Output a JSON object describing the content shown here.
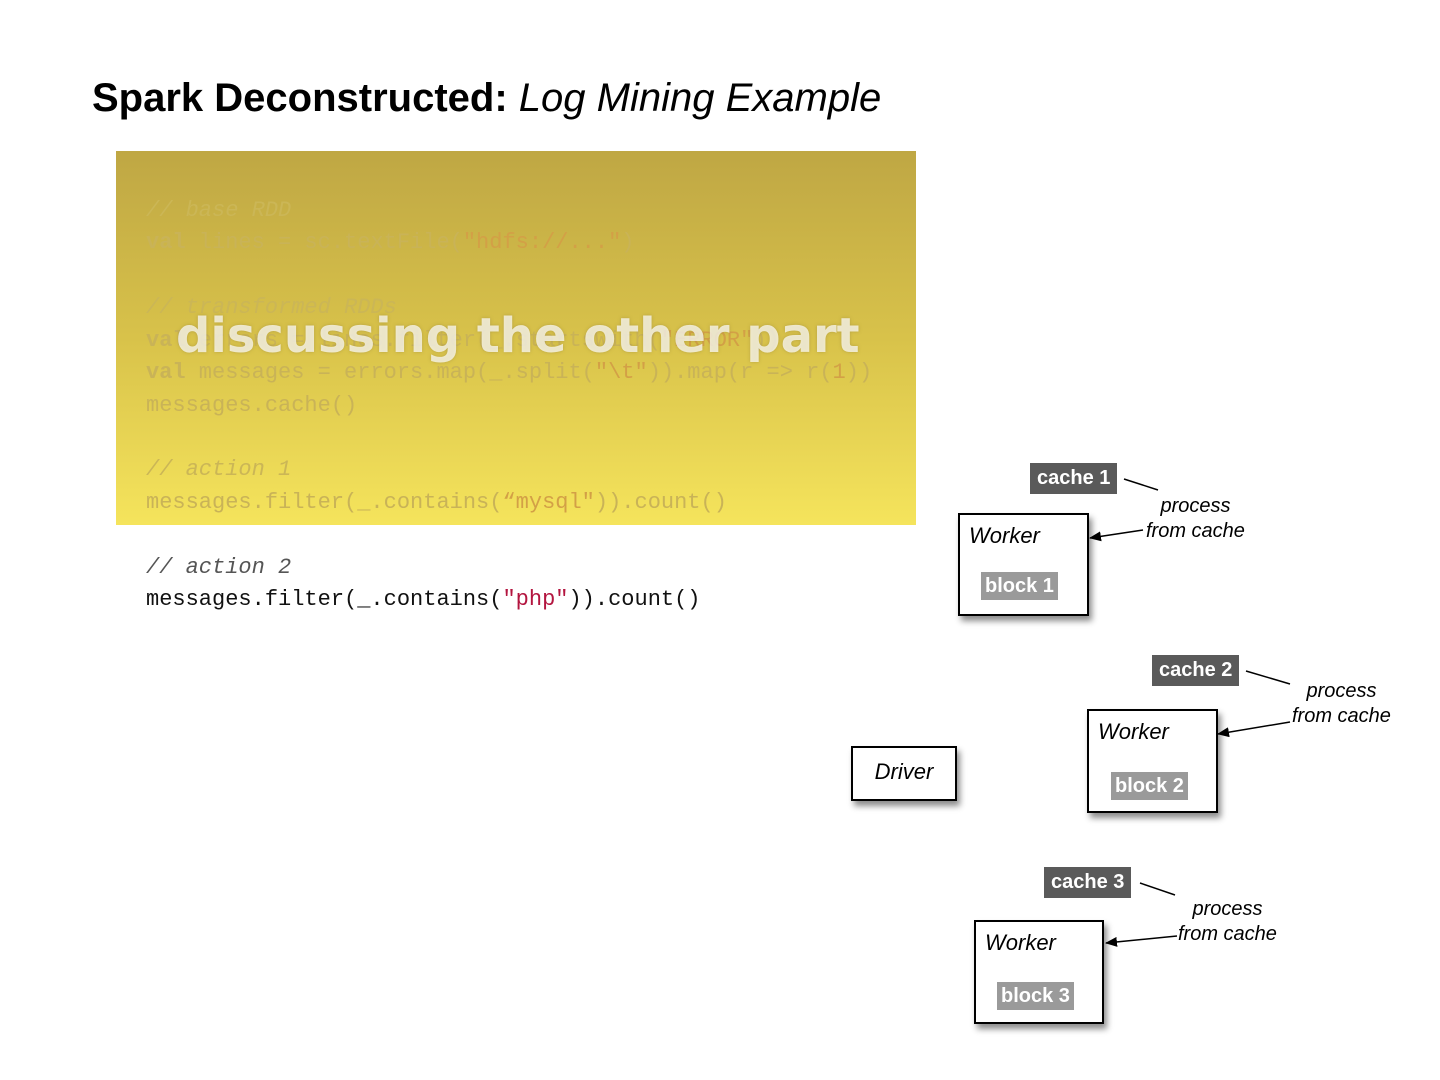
{
  "title": {
    "bold": "Spark Deconstructed:",
    "italic": "Log Mining Example"
  },
  "overlay_text": "discussing the other part",
  "code": {
    "comment_base": "// base RDD",
    "line_lines": {
      "kw": "val",
      "pre": " lines = sc.textFile(",
      "str": "\"hdfs://...\"",
      "post": ")"
    },
    "comment_transformed": "// transformed RDDs",
    "line_errors": {
      "kw": "val",
      "pre": " errors = lines.filter(_.startsWith(",
      "str": "\"ERROR\"",
      "post": "))"
    },
    "line_messages": {
      "kw": "val",
      "pre": " messages = errors.map(_.split(",
      "str": "\"\\t\"",
      "mid": ")).map(r => r(",
      "num": "1",
      "post": "))"
    },
    "line_cache": "messages.cache()",
    "comment_action1": "// action 1",
    "line_action1": {
      "pre": "messages.filter(_.contains(",
      "str": "“mysql\"",
      "post": ")).count()"
    },
    "comment_action2": "// action 2",
    "line_action2": {
      "pre": "messages.filter(_.contains(",
      "str": "\"php\"",
      "post": ")).count()"
    }
  },
  "diagram": {
    "driver": "Driver",
    "workers": [
      {
        "label": "Worker",
        "block": "block 1",
        "cache": "cache 1",
        "note_line1": "process",
        "note_line2": "from cache"
      },
      {
        "label": "Worker",
        "block": "block 2",
        "cache": "cache 2",
        "note_line1": "process",
        "note_line2": "from cache"
      },
      {
        "label": "Worker",
        "block": "block 3",
        "cache": "cache 3",
        "note_line1": "process",
        "note_line2": "from cache"
      }
    ]
  }
}
